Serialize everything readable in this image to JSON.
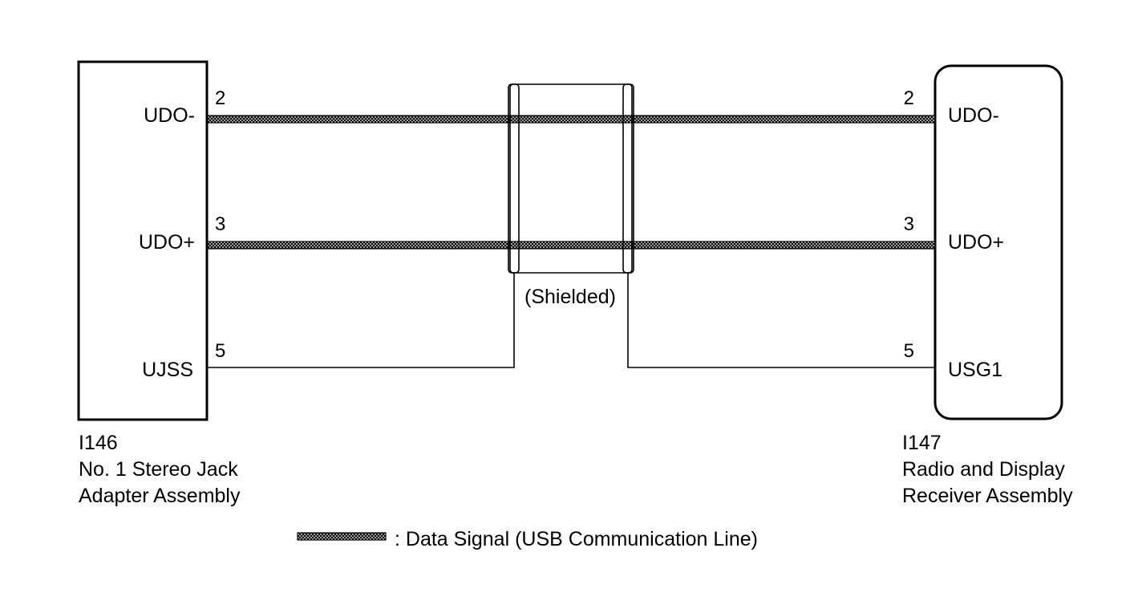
{
  "left_component": {
    "id": "I146",
    "name_line1": "No. 1 Stereo Jack",
    "name_line2": "Adapter Assembly",
    "terminals": [
      {
        "label": "UDO-",
        "pin": "2"
      },
      {
        "label": "UDO+",
        "pin": "3"
      },
      {
        "label": "UJSS",
        "pin": "5"
      }
    ]
  },
  "right_component": {
    "id": "I147",
    "name_line1": "Radio and Display",
    "name_line2": "Receiver Assembly",
    "terminals": [
      {
        "label": "UDO-",
        "pin": "2"
      },
      {
        "label": "UDO+",
        "pin": "3"
      },
      {
        "label": "USG1",
        "pin": "5"
      }
    ]
  },
  "shield_label": "(Shielded)",
  "legend": {
    "text": ": Data Signal (USB Communication Line)"
  }
}
